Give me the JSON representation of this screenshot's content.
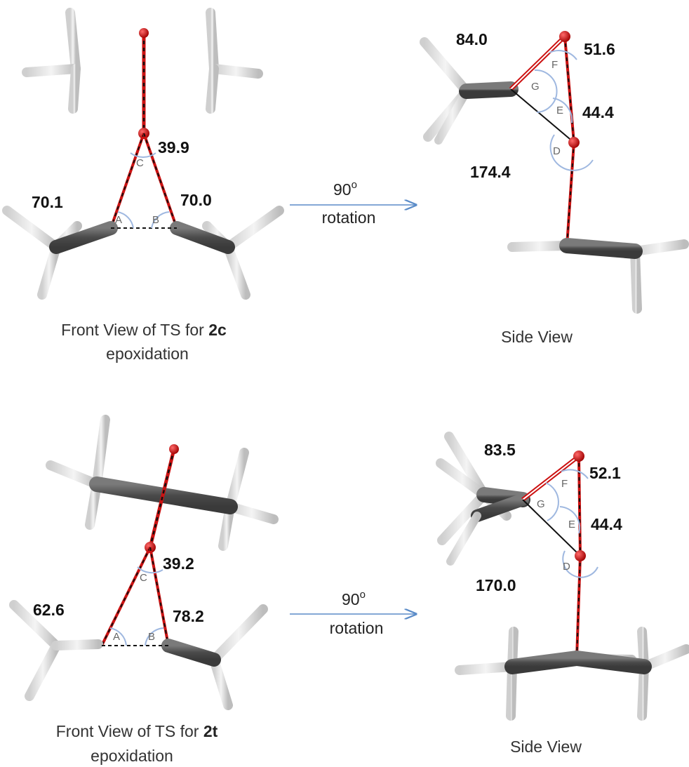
{
  "colors": {
    "carbon": "#5a5a5a",
    "hydrogen": "#e8e8e8",
    "oxygen": "#cc1111",
    "dashed_bond": "#111111",
    "arc": "#9fb8e0",
    "arrow": "#5b8cc8"
  },
  "top": {
    "front": {
      "angle_c": "39.9",
      "angle_a": "70.1",
      "angle_b": "70.0",
      "caption_prefix": "Front View of TS for ",
      "caption_bold": "2c",
      "caption_line2": "epoxidation"
    },
    "arrow": {
      "degree": "90",
      "degree_symbol": "o",
      "label": "rotation"
    },
    "side": {
      "angle_g": "84.0",
      "angle_f": "51.6",
      "angle_e": "44.4",
      "angle_d": "174.4",
      "caption": "Side View"
    }
  },
  "bottom": {
    "front": {
      "angle_c": "39.2",
      "angle_a": "62.6",
      "angle_b": "78.2",
      "caption_prefix": "Front View of TS for ",
      "caption_bold": "2t",
      "caption_line2": "epoxidation"
    },
    "arrow": {
      "degree": "90",
      "degree_symbol": "o",
      "label": "rotation"
    },
    "side": {
      "angle_g": "83.5",
      "angle_f": "52.1",
      "angle_e": "44.4",
      "angle_d": "170.0",
      "caption": "Side View"
    }
  },
  "angle_letters": {
    "a": "A",
    "b": "B",
    "c": "C",
    "d": "D",
    "e": "E",
    "f": "F",
    "g": "G"
  }
}
